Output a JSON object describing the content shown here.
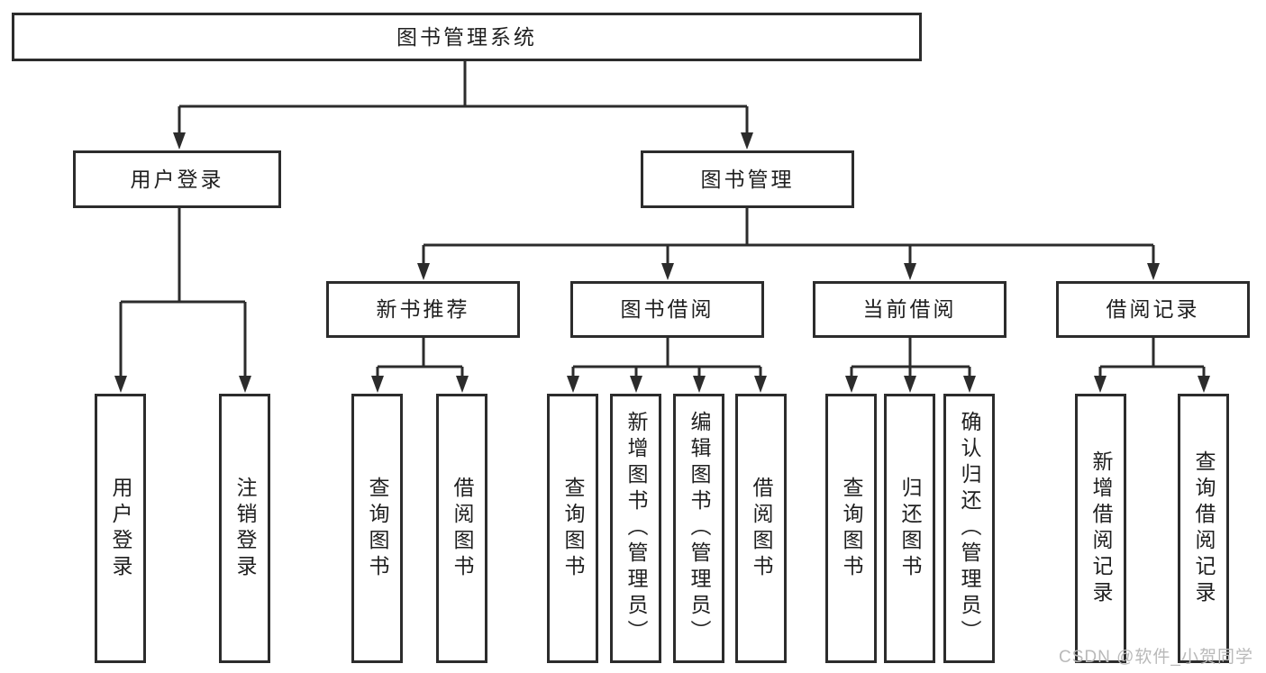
{
  "diagram": {
    "root": "图书管理系统",
    "level2": [
      "用户登录",
      "图书管理"
    ],
    "level3": [
      "新书推荐",
      "图书借阅",
      "当前借阅",
      "借阅记录"
    ],
    "leaves": {
      "user_login": [
        "用户登录",
        "注销登录"
      ],
      "new_book_recommend": [
        "查询图书",
        "借阅图书"
      ],
      "book_borrow": [
        "查询图书",
        "新增图书（管理员）",
        "编辑图书（管理员）",
        "借阅图书"
      ],
      "current_borrow": [
        "查询图书",
        "归还图书",
        "确认归还（管理员）"
      ],
      "borrow_records": [
        "新增借阅记录",
        "查询借阅记录"
      ]
    }
  },
  "watermark": "CSDN @软件_小贺同学",
  "colors": {
    "line": "#2c2c2c",
    "box_border": "#2c2c2c",
    "text": "#1f1f1f",
    "watermark": "#b9b9b9",
    "background": "#ffffff"
  }
}
